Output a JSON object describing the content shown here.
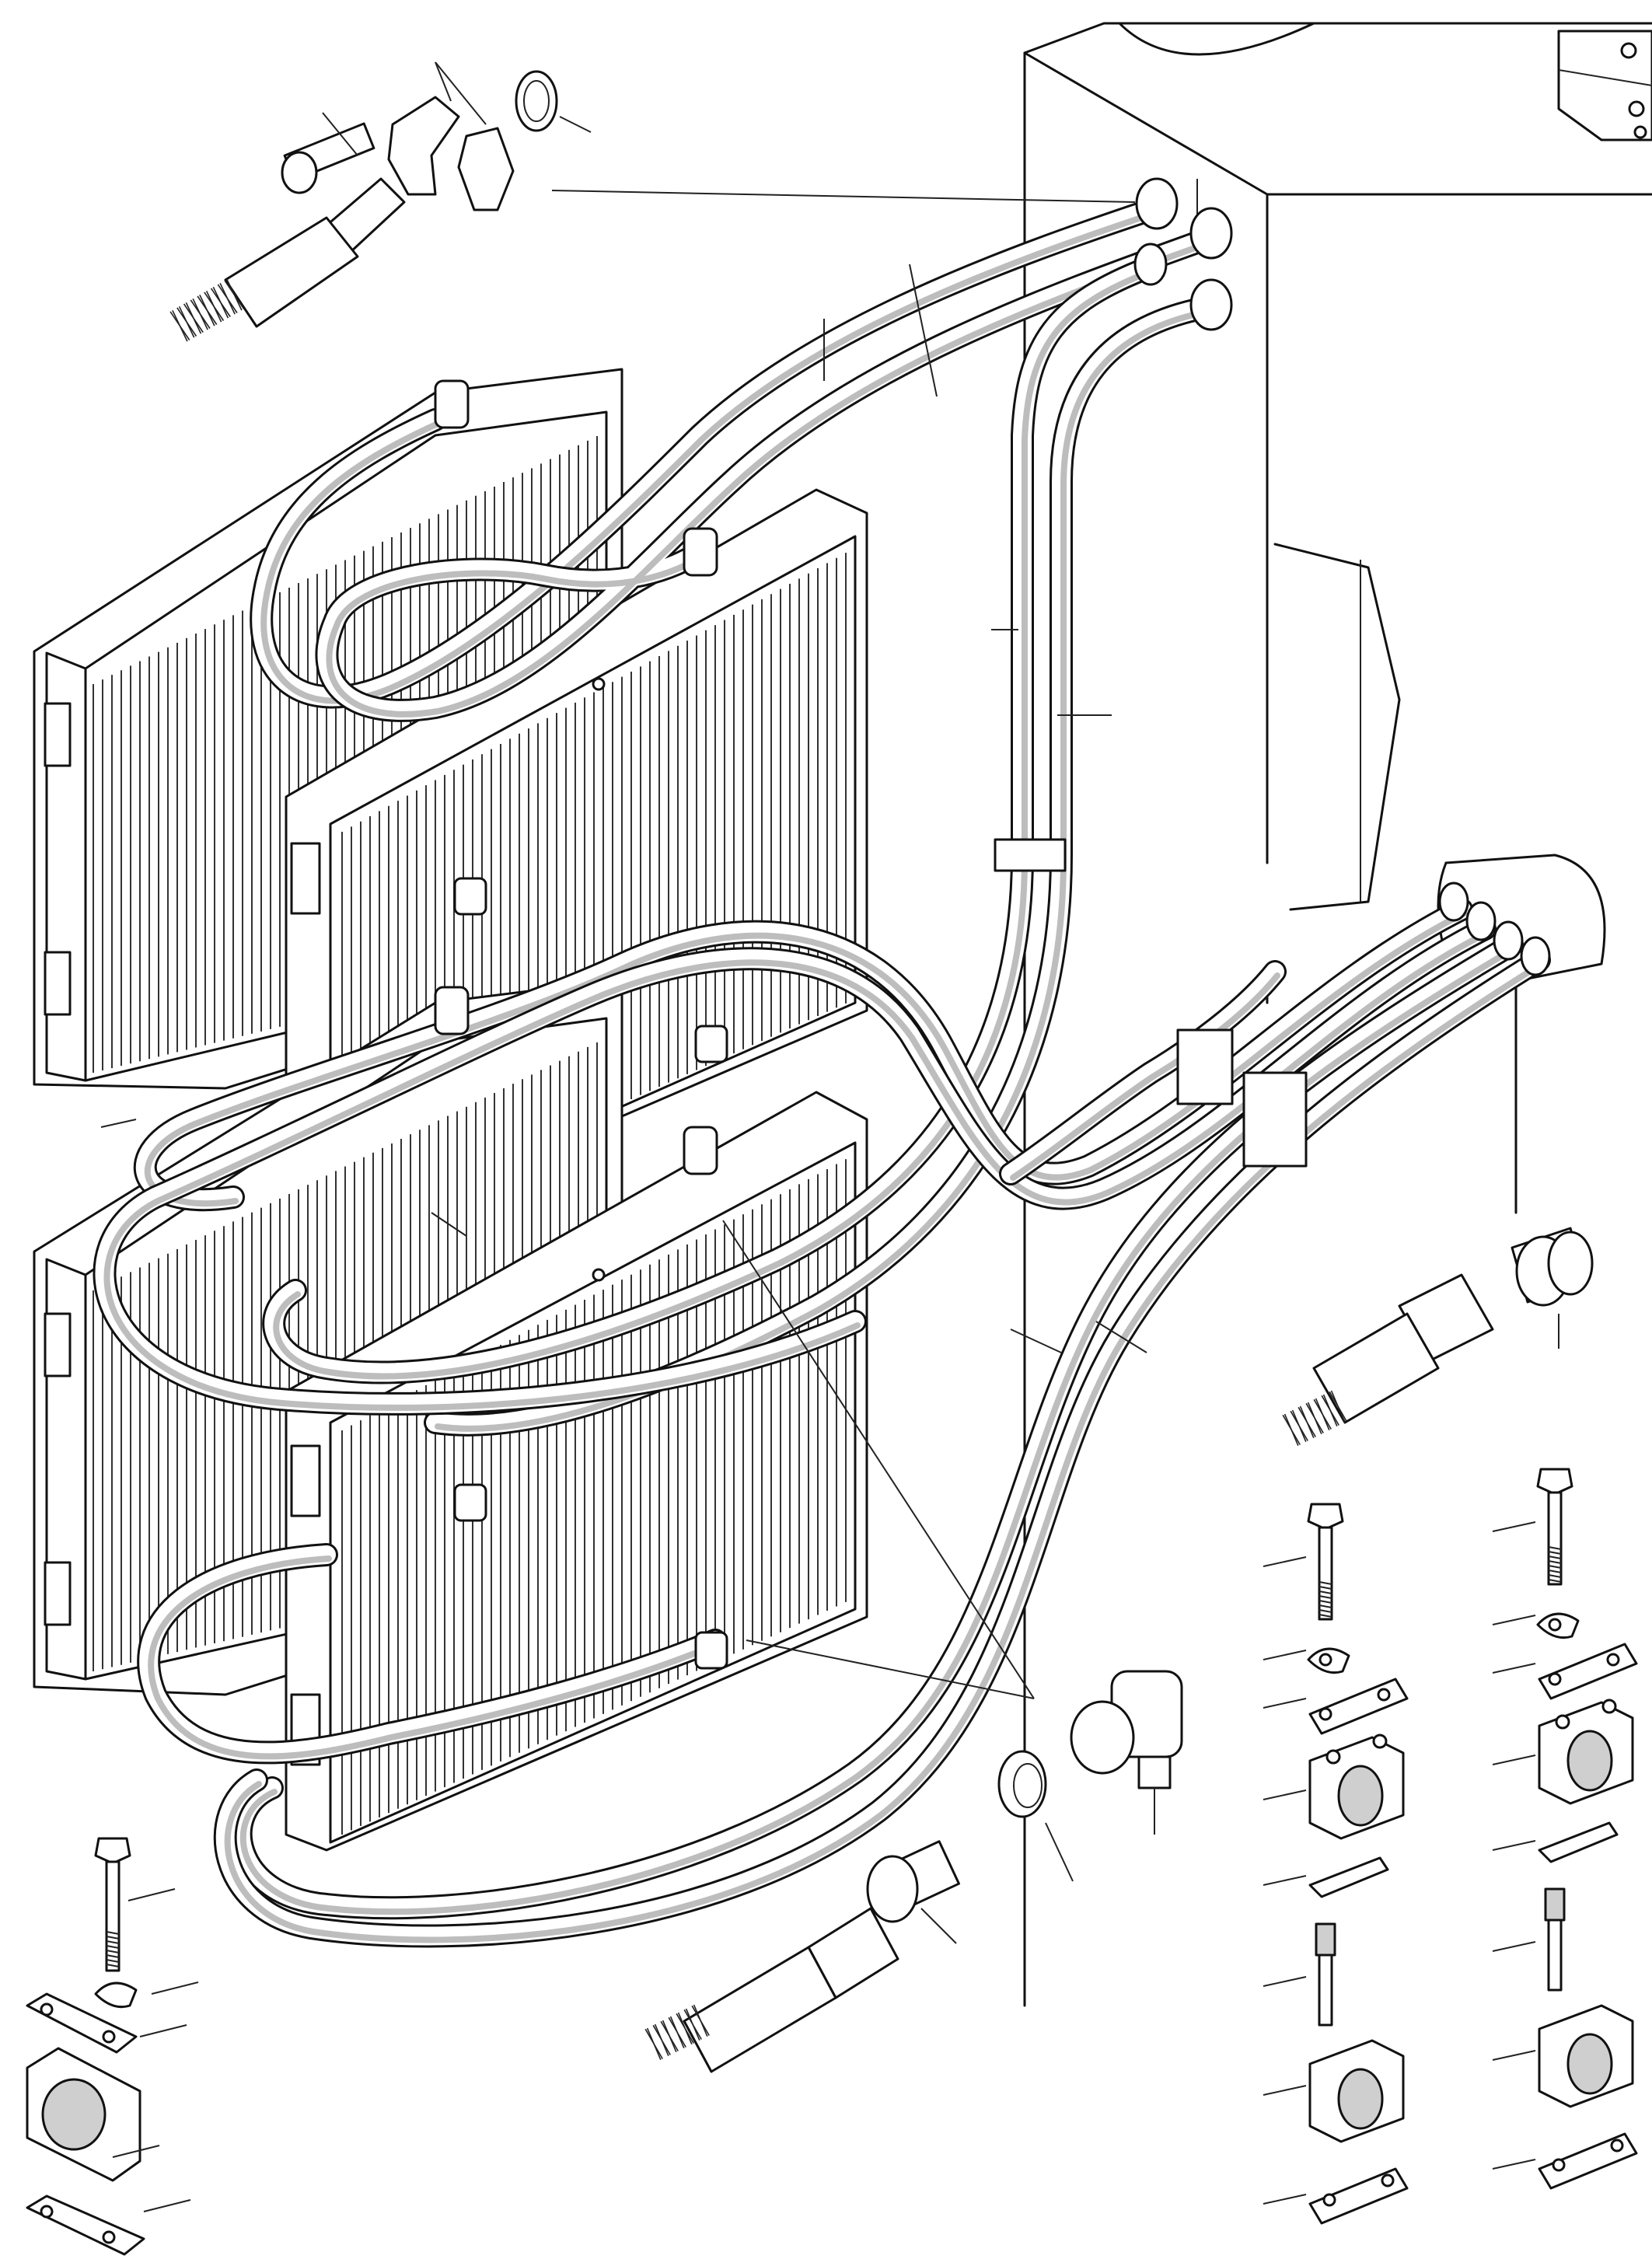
{
  "diagram": {
    "kind": "exploded-assembly",
    "labels": [],
    "colors": {
      "line": "#111111",
      "background": "#ffffff",
      "hose_shade": "#bdbdbd"
    },
    "components": [
      "reservoir-tank",
      "cooler-radiator",
      "hydraulic-hose",
      "hose-fitting-elbow",
      "flange-clamp-half",
      "o-ring",
      "capscrew",
      "hose-clamp-block",
      "clamp-cover-plate",
      "lock-washer",
      "weld-plate",
      "stud",
      "adapter-nipple",
      "elbow-fitting",
      "seal-plug",
      "braided-hose-end"
    ]
  }
}
